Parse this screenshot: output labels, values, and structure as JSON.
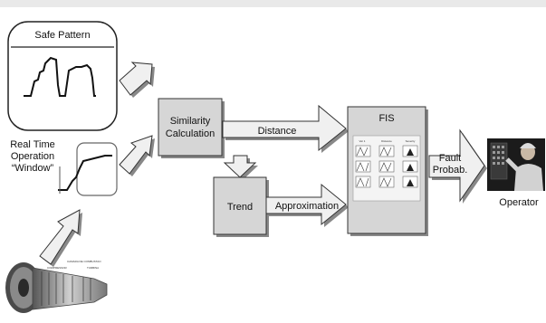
{
  "diagram": {
    "safe_pattern": {
      "title": "Safe Pattern"
    },
    "real_time": {
      "line1": "Real Time",
      "line2": "Operation",
      "line3": "“Window”"
    },
    "similarity": {
      "line1": "Similarity",
      "line2": "Calculation"
    },
    "distance_label": "Distance",
    "trend_label": "Trend",
    "approximation_label": "Approximation",
    "fis": {
      "title": "FIS",
      "columns": [
        "Var 1",
        "Distance",
        "Severity"
      ]
    },
    "fault": {
      "line1": "Fault",
      "line2": "Probab."
    },
    "operator_label": "Operator",
    "engine_labels": [
      "COMPRESSOR",
      "CAMARA DE COMBUSTAO",
      "TURBINA"
    ]
  },
  "colors": {
    "block_fill": "#d6d6d6",
    "arrow_fill": "#f0f0f0",
    "stroke": "#333333"
  }
}
